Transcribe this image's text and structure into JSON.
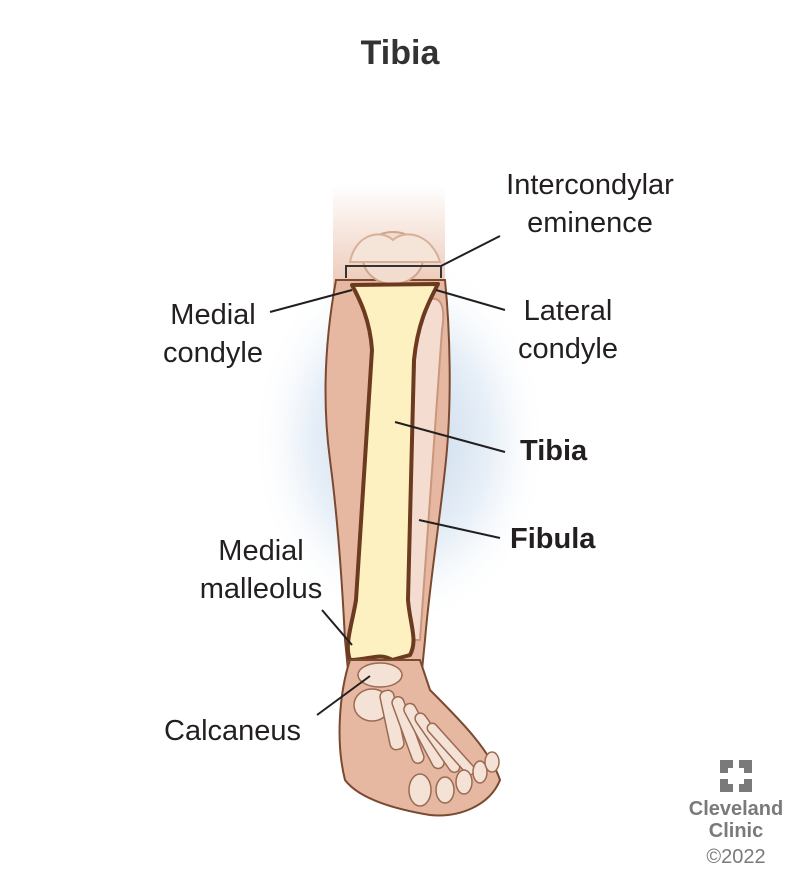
{
  "title": "Tibia",
  "labels": {
    "intercondylar_eminence": [
      "Intercondylar",
      "eminence"
    ],
    "medial_condyle": [
      "Medial",
      "condyle"
    ],
    "lateral_condyle": [
      "Lateral",
      "condyle"
    ],
    "tibia": "Tibia",
    "fibula": "Fibula",
    "medial_malleolus": [
      "Medial",
      "malleolus"
    ],
    "calcaneus": "Calcaneus"
  },
  "logo": {
    "icon": "cleveland-clinic-cross-icon",
    "line1": "Cleveland",
    "line2": "Clinic",
    "copyright": "©2022"
  },
  "colors": {
    "skin": "#e8b9a2",
    "skin_light": "#f3d9cb",
    "bone": "#fdf1c2",
    "outline": "#6b3a1f",
    "glow": "#cfdff0",
    "logo_gray": "#7a7a7a"
  }
}
